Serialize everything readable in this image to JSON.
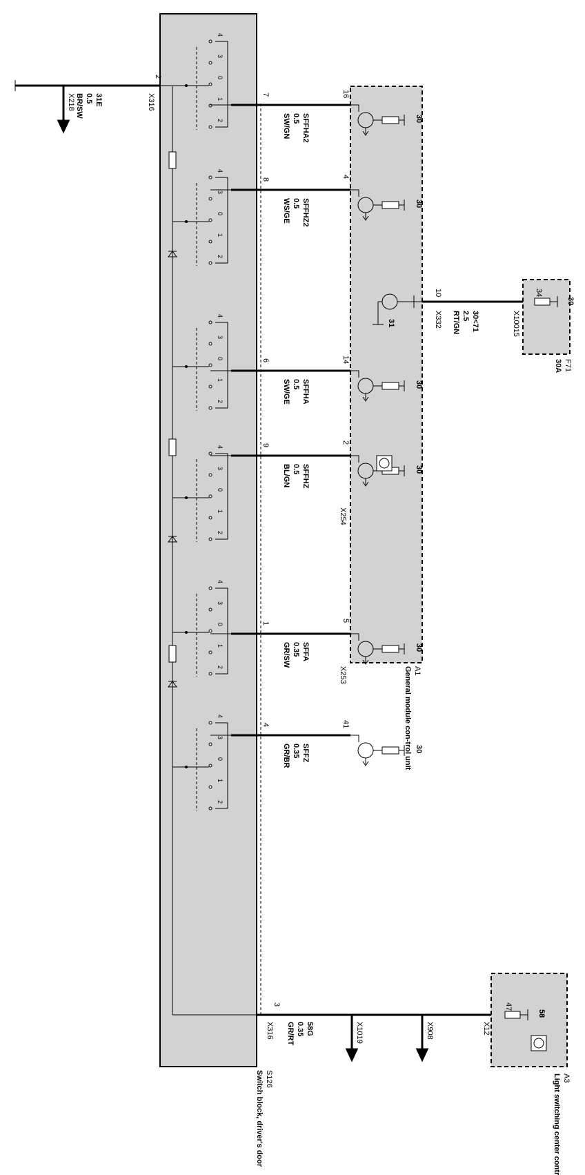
{
  "switch_block": {
    "id": "S126",
    "name": "Switch block, driver's door",
    "top_pin": "2",
    "top_connector": "X316",
    "bottom_pin": "3",
    "bottom_connector": "X316",
    "contact_labels": [
      "4",
      "3",
      "0",
      "1",
      "2"
    ]
  },
  "left_wire": {
    "code": "31E",
    "size": "0.5",
    "color": "BR/SW",
    "connector": "X218"
  },
  "gm": {
    "id": "A1",
    "name": "General module con-trol unit",
    "terminal30": "30",
    "terminal31": "31",
    "x332_pin": "10",
    "x332": "X332",
    "x254": "X254",
    "x253": "X253"
  },
  "channels": [
    {
      "sw_pin": "7",
      "gm_pin": "16",
      "code": "SFFHA2",
      "size": "0.5",
      "color": "SW/GN"
    },
    {
      "sw_pin": "8",
      "gm_pin": "4",
      "code": "SFFHZ2",
      "size": "0.5",
      "color": "WS/GE"
    },
    {
      "sw_pin": "6",
      "gm_pin": "14",
      "code": "SFFHA",
      "size": "0.5",
      "color": "SW/GE"
    },
    {
      "sw_pin": "9",
      "gm_pin": "2",
      "code": "SFFHZ",
      "size": "0.5",
      "color": "BL/GN"
    },
    {
      "sw_pin": "1",
      "gm_pin": "5",
      "code": "SFFA",
      "size": "0.35",
      "color": "GR/SW"
    },
    {
      "sw_pin": "4",
      "gm_pin": "41",
      "code": "SFFZ",
      "size": "0.35",
      "color": "GR/BR"
    }
  ],
  "fuse": {
    "id": "F71",
    "rating": "30A",
    "terminal": "30",
    "pin": "34",
    "connector": "X10015",
    "wire_code": "30<71",
    "wire_size": "2.5",
    "wire_color": "RT/GN"
  },
  "bottom_wire": {
    "code": "58G",
    "size": "0.35",
    "color": "GR/RT",
    "conn1": "X1019",
    "conn2": "X908"
  },
  "lscu": {
    "id": "A3",
    "name": "Light switching center control unit",
    "pin": "47",
    "connector": "X12",
    "terminal": "58"
  }
}
